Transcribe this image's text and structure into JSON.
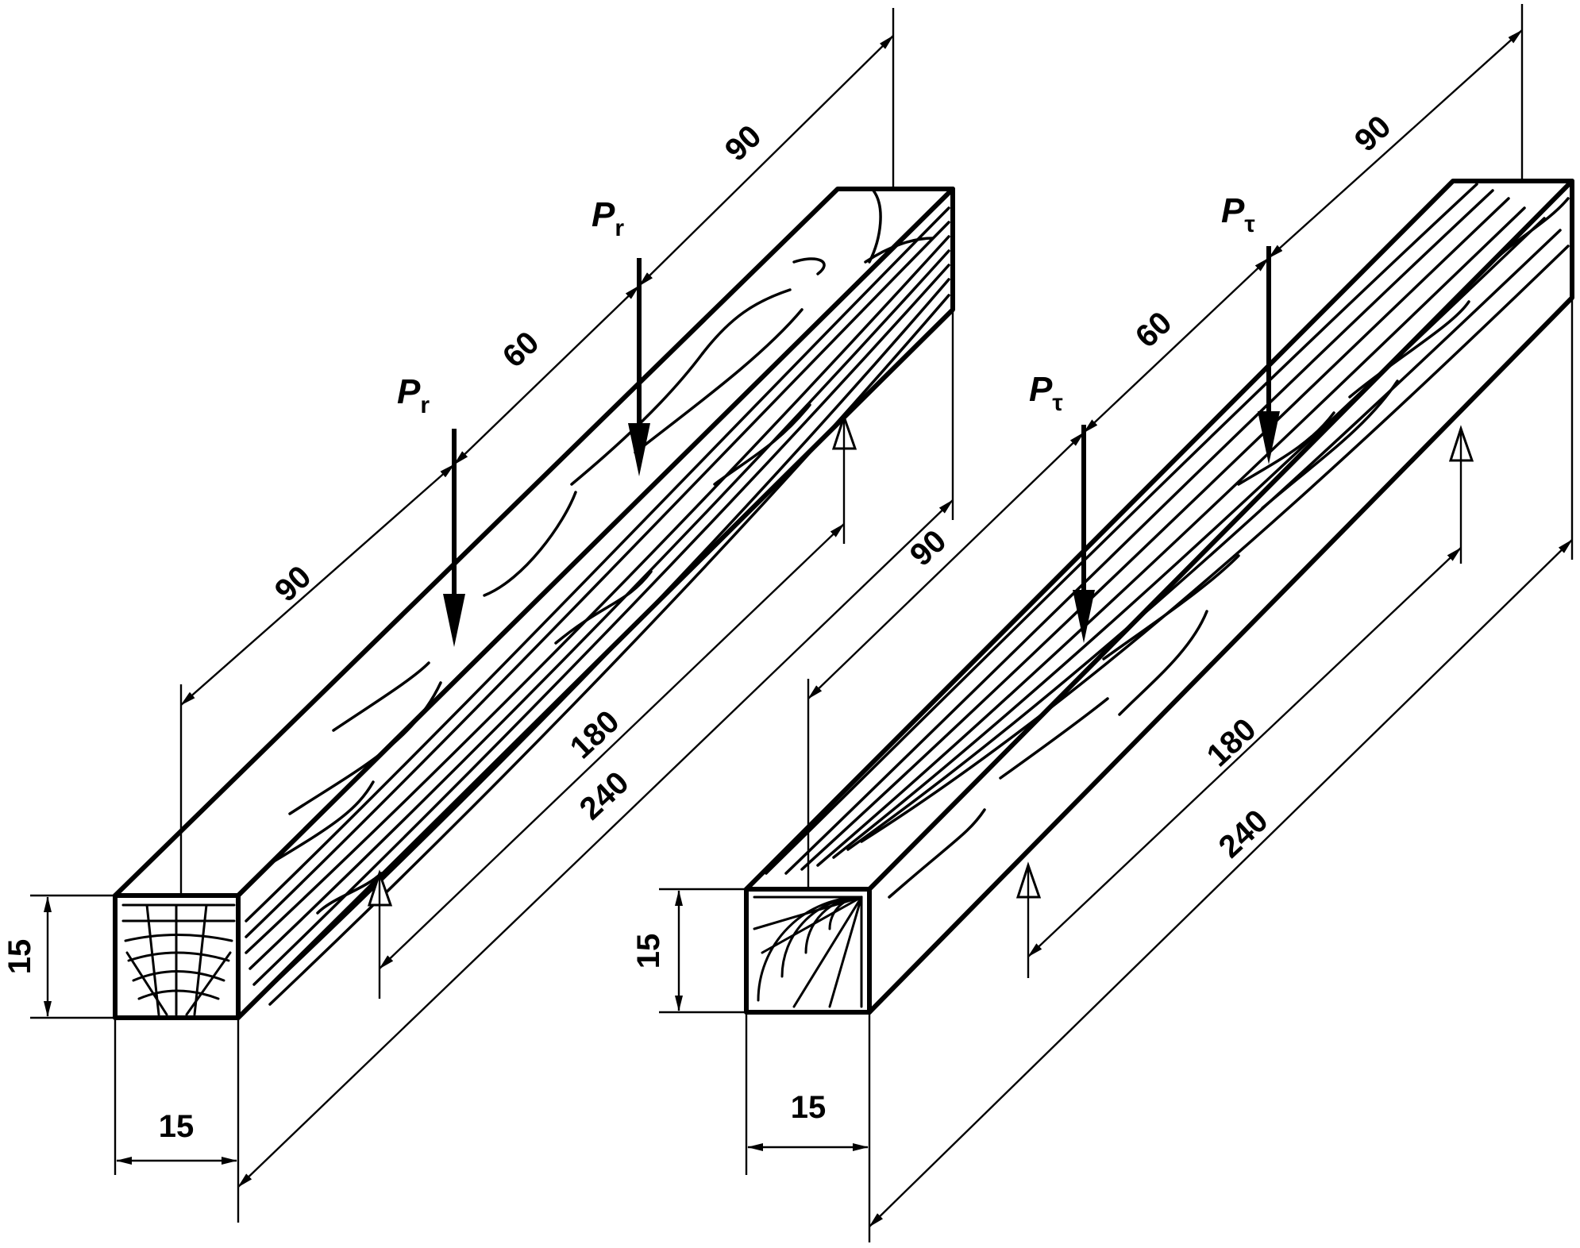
{
  "specimens": [
    {
      "id": "radial",
      "load_symbol": "P",
      "load_subscript": "r",
      "dims": {
        "segment_left": "90",
        "segment_middle": "60",
        "segment_right": "90",
        "span": "180",
        "length": "240",
        "height": "15",
        "width": "15"
      }
    },
    {
      "id": "tangential",
      "load_symbol": "P",
      "load_subscript": "τ",
      "dims": {
        "segment_left": "90",
        "segment_middle": "60",
        "segment_right": "90",
        "span": "180",
        "length": "240",
        "height": "15",
        "width": "15"
      }
    }
  ]
}
